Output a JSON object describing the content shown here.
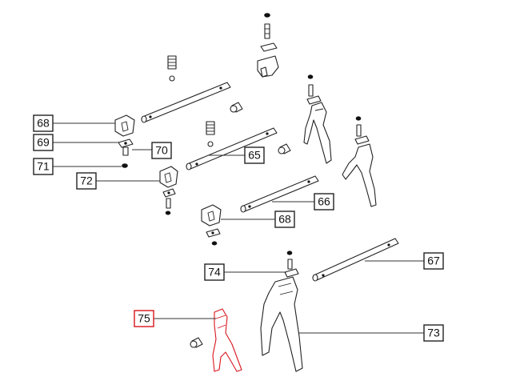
{
  "callouts": [
    {
      "id": "c68a",
      "label": "68"
    },
    {
      "id": "c69",
      "label": "69"
    },
    {
      "id": "c70",
      "label": "70"
    },
    {
      "id": "c71",
      "label": "71"
    },
    {
      "id": "c72",
      "label": "72"
    },
    {
      "id": "c65",
      "label": "65"
    },
    {
      "id": "c66",
      "label": "66"
    },
    {
      "id": "c68b",
      "label": "68"
    },
    {
      "id": "c74",
      "label": "74"
    },
    {
      "id": "c67",
      "label": "67"
    },
    {
      "id": "c75",
      "label": "75"
    },
    {
      "id": "c73",
      "label": "73"
    }
  ],
  "colors": {
    "highlight": "#d8141c",
    "line": "#222222",
    "background": "#ffffff"
  },
  "highlighted_part": "75"
}
